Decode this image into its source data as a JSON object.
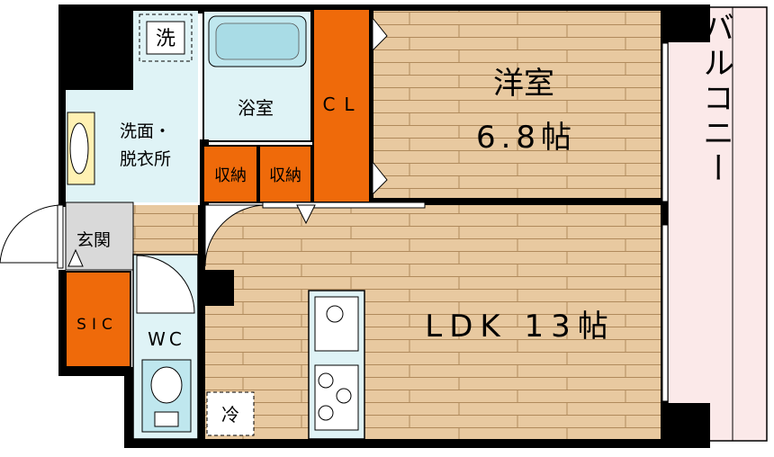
{
  "rooms": {
    "western": {
      "name": "洋室",
      "size": "6.8帖"
    },
    "ldk": {
      "name": "LDK",
      "size": "13帖"
    },
    "bath": "浴室",
    "washroom_line1": "洗面・",
    "washroom_line2": "脱衣所",
    "closet": "CL",
    "storage_1": "収納",
    "storage_2": "収納",
    "entrance": "玄関",
    "sic": "SIC",
    "wc": "WC",
    "balcony": "バルコニー"
  },
  "symbols": {
    "washer": "洗",
    "fridge": "冷"
  },
  "colors": {
    "wall": "#000000",
    "floor_wood": "#e8c9a0",
    "floor_wet": "#dff3f6",
    "storage": "#ef6a0a",
    "entrance_floor": "#d9d9d9",
    "balcony": "#fbe9e9",
    "fixture_blue": "#bfe7ee"
  }
}
